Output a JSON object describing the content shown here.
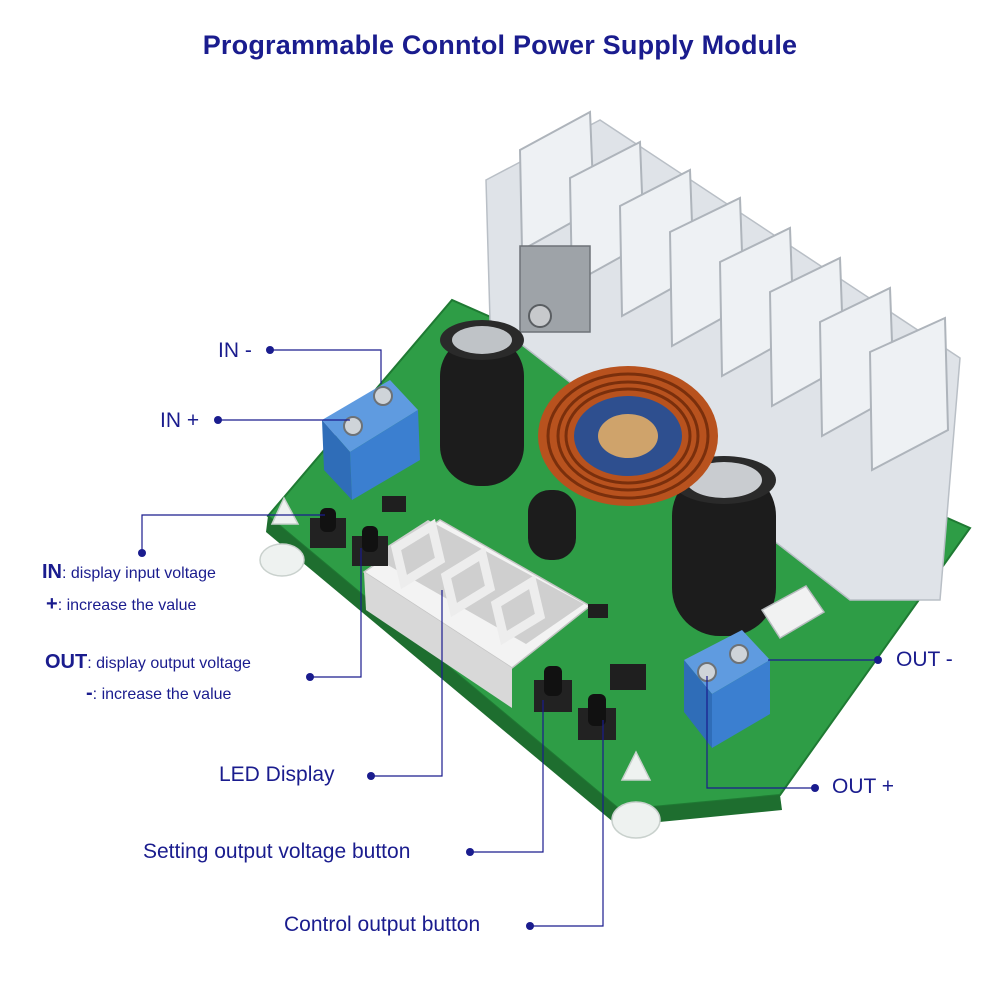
{
  "title": "Programmable Conntol Power Supply Module",
  "colors": {
    "label": "#1a1c8e",
    "pcb": "#2e9d46",
    "terminal": "#3b7fd0",
    "heatsink": "#d9dde2",
    "display": "#bfbfbf"
  },
  "labels": {
    "in_minus": "IN -",
    "in_plus": "IN +",
    "in_key": "IN",
    "in_desc": ": display input voltage",
    "plus_key": "+",
    "plus_desc": ":  increase the value",
    "out_key": "OUT",
    "out_desc": ": display output voltage",
    "minus_key": "-",
    "minus_desc": ":  increase the value",
    "led_display": "LED Display",
    "setting_button": "Setting output voltage button",
    "control_button": "Control output button",
    "out_minus": "OUT -",
    "out_plus": "OUT +"
  }
}
